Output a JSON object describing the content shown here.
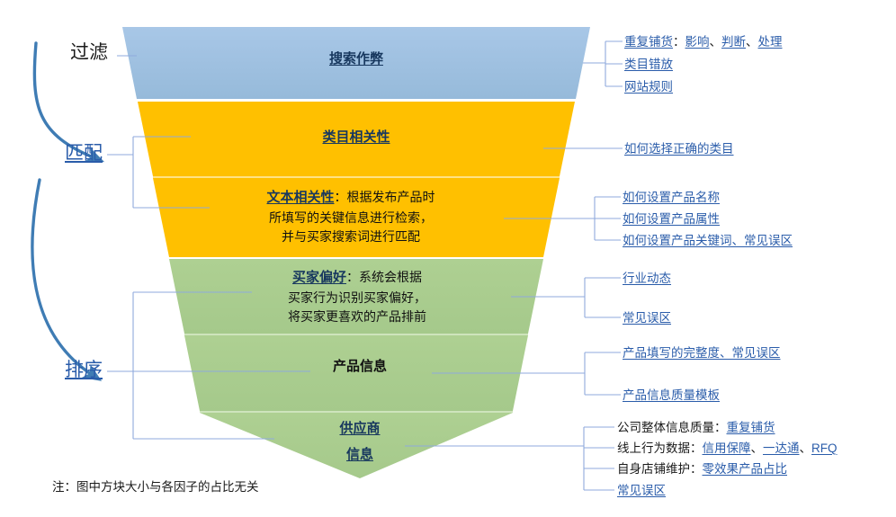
{
  "diagram": {
    "title_note": "注：图中方块大小与各因子的占比无关",
    "colors": {
      "blue": "#9ec1e3",
      "yellow": "#ffc000",
      "green": "#a9cc8f",
      "link": "#2a5caa",
      "connector": "#8faadc",
      "arrow": "#3f7cb4"
    }
  },
  "stages": [
    {
      "label": "过滤",
      "style": "plain"
    },
    {
      "label": "匹配",
      "style": "link"
    },
    {
      "label": "排序",
      "style": "link"
    }
  ],
  "funnel": {
    "sections": [
      {
        "id": "search-cheating",
        "color": "#9ec1e3",
        "title": "搜索作弊",
        "title_style": "link",
        "lines": []
      },
      {
        "id": "category-relevance",
        "color": "#ffc000",
        "title": "类目相关性",
        "title_style": "link",
        "lines": []
      },
      {
        "id": "text-relevance",
        "color": "#ffc000",
        "title": "文本相关性",
        "title_style": "link",
        "lines": [
          "：根据发布产品时",
          "所填写的关键信息进行检索，",
          "并与买家搜索词进行匹配"
        ]
      },
      {
        "id": "buyer-preference",
        "color": "#a9cc8f",
        "title": "买家偏好",
        "title_style": "link",
        "lines": [
          "：系统会根据",
          "买家行为识别买家偏好，",
          "将买家更喜欢的产品排前"
        ]
      },
      {
        "id": "product-info",
        "color": "#a9cc8f",
        "title": "产品信息",
        "title_style": "dark",
        "lines": []
      },
      {
        "id": "supplier-info",
        "color": "#a9cc8f",
        "title": "供应商",
        "title2": "信息",
        "title_style": "link",
        "lines": []
      }
    ]
  },
  "annotations": {
    "group_cheating": [
      {
        "prefix": "重复铺货",
        "colon": "：",
        "links": [
          "影响",
          "判断",
          "处理"
        ],
        "prefix_is_link": true
      },
      {
        "text": "类目错放",
        "all_link": true
      },
      {
        "text": "网站规则",
        "all_link": true
      }
    ],
    "group_category": [
      {
        "text": "如何选择正确的类目",
        "all_link": true
      }
    ],
    "group_text": [
      {
        "text": "如何设置产品名称",
        "all_link": true
      },
      {
        "text": "如何设置产品属性",
        "all_link": true
      },
      {
        "text": "如何设置产品关键词、常见误区",
        "all_link": true
      }
    ],
    "group_preference": [
      {
        "text": "行业动态",
        "all_link": true
      },
      {
        "text": "常见误区",
        "all_link": true
      }
    ],
    "group_product": [
      {
        "text": "产品填写的完整度、常见误区",
        "all_link": true
      },
      {
        "text": "产品信息质量模板",
        "all_link": true
      }
    ],
    "group_supplier": [
      {
        "prefix": "公司整体信息质量",
        "colon": "：",
        "links": [
          "重复铺货"
        ],
        "prefix_is_link": false
      },
      {
        "prefix": "线上行为数据",
        "colon": "：",
        "links": [
          "信用保障",
          "一达通",
          "RFQ"
        ],
        "prefix_is_link": false
      },
      {
        "prefix": "自身店铺维护",
        "colon": "：",
        "links": [
          "零效果产品占比"
        ],
        "prefix_is_link": false
      },
      {
        "text": "常见误区",
        "all_link": true
      }
    ]
  }
}
